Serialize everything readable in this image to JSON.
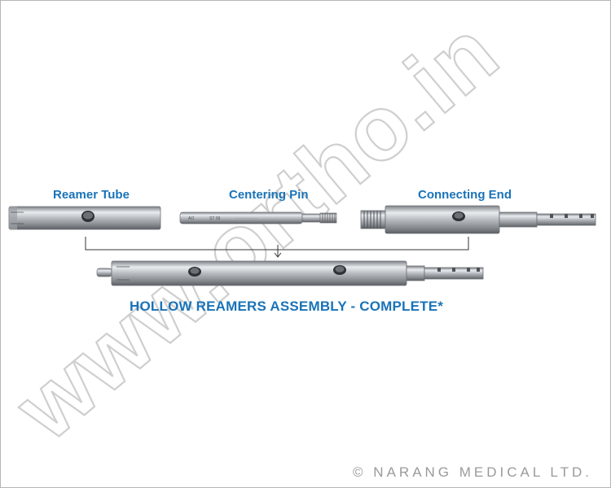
{
  "labels": {
    "reamer_tube": "Reamer Tube",
    "centering_pin": "Centering Pin",
    "connecting_end": "Connecting End"
  },
  "title": "HOLLOW REAMERS ASSEMBLY - COMPLETE*",
  "watermark": "www.ortho.in",
  "copyright": "© NARANG MEDICAL LTD.",
  "colors": {
    "label_blue": "#1a73b8",
    "copyright_gray": "#9a9a9a",
    "watermark_gray": "#c9c9c9"
  }
}
